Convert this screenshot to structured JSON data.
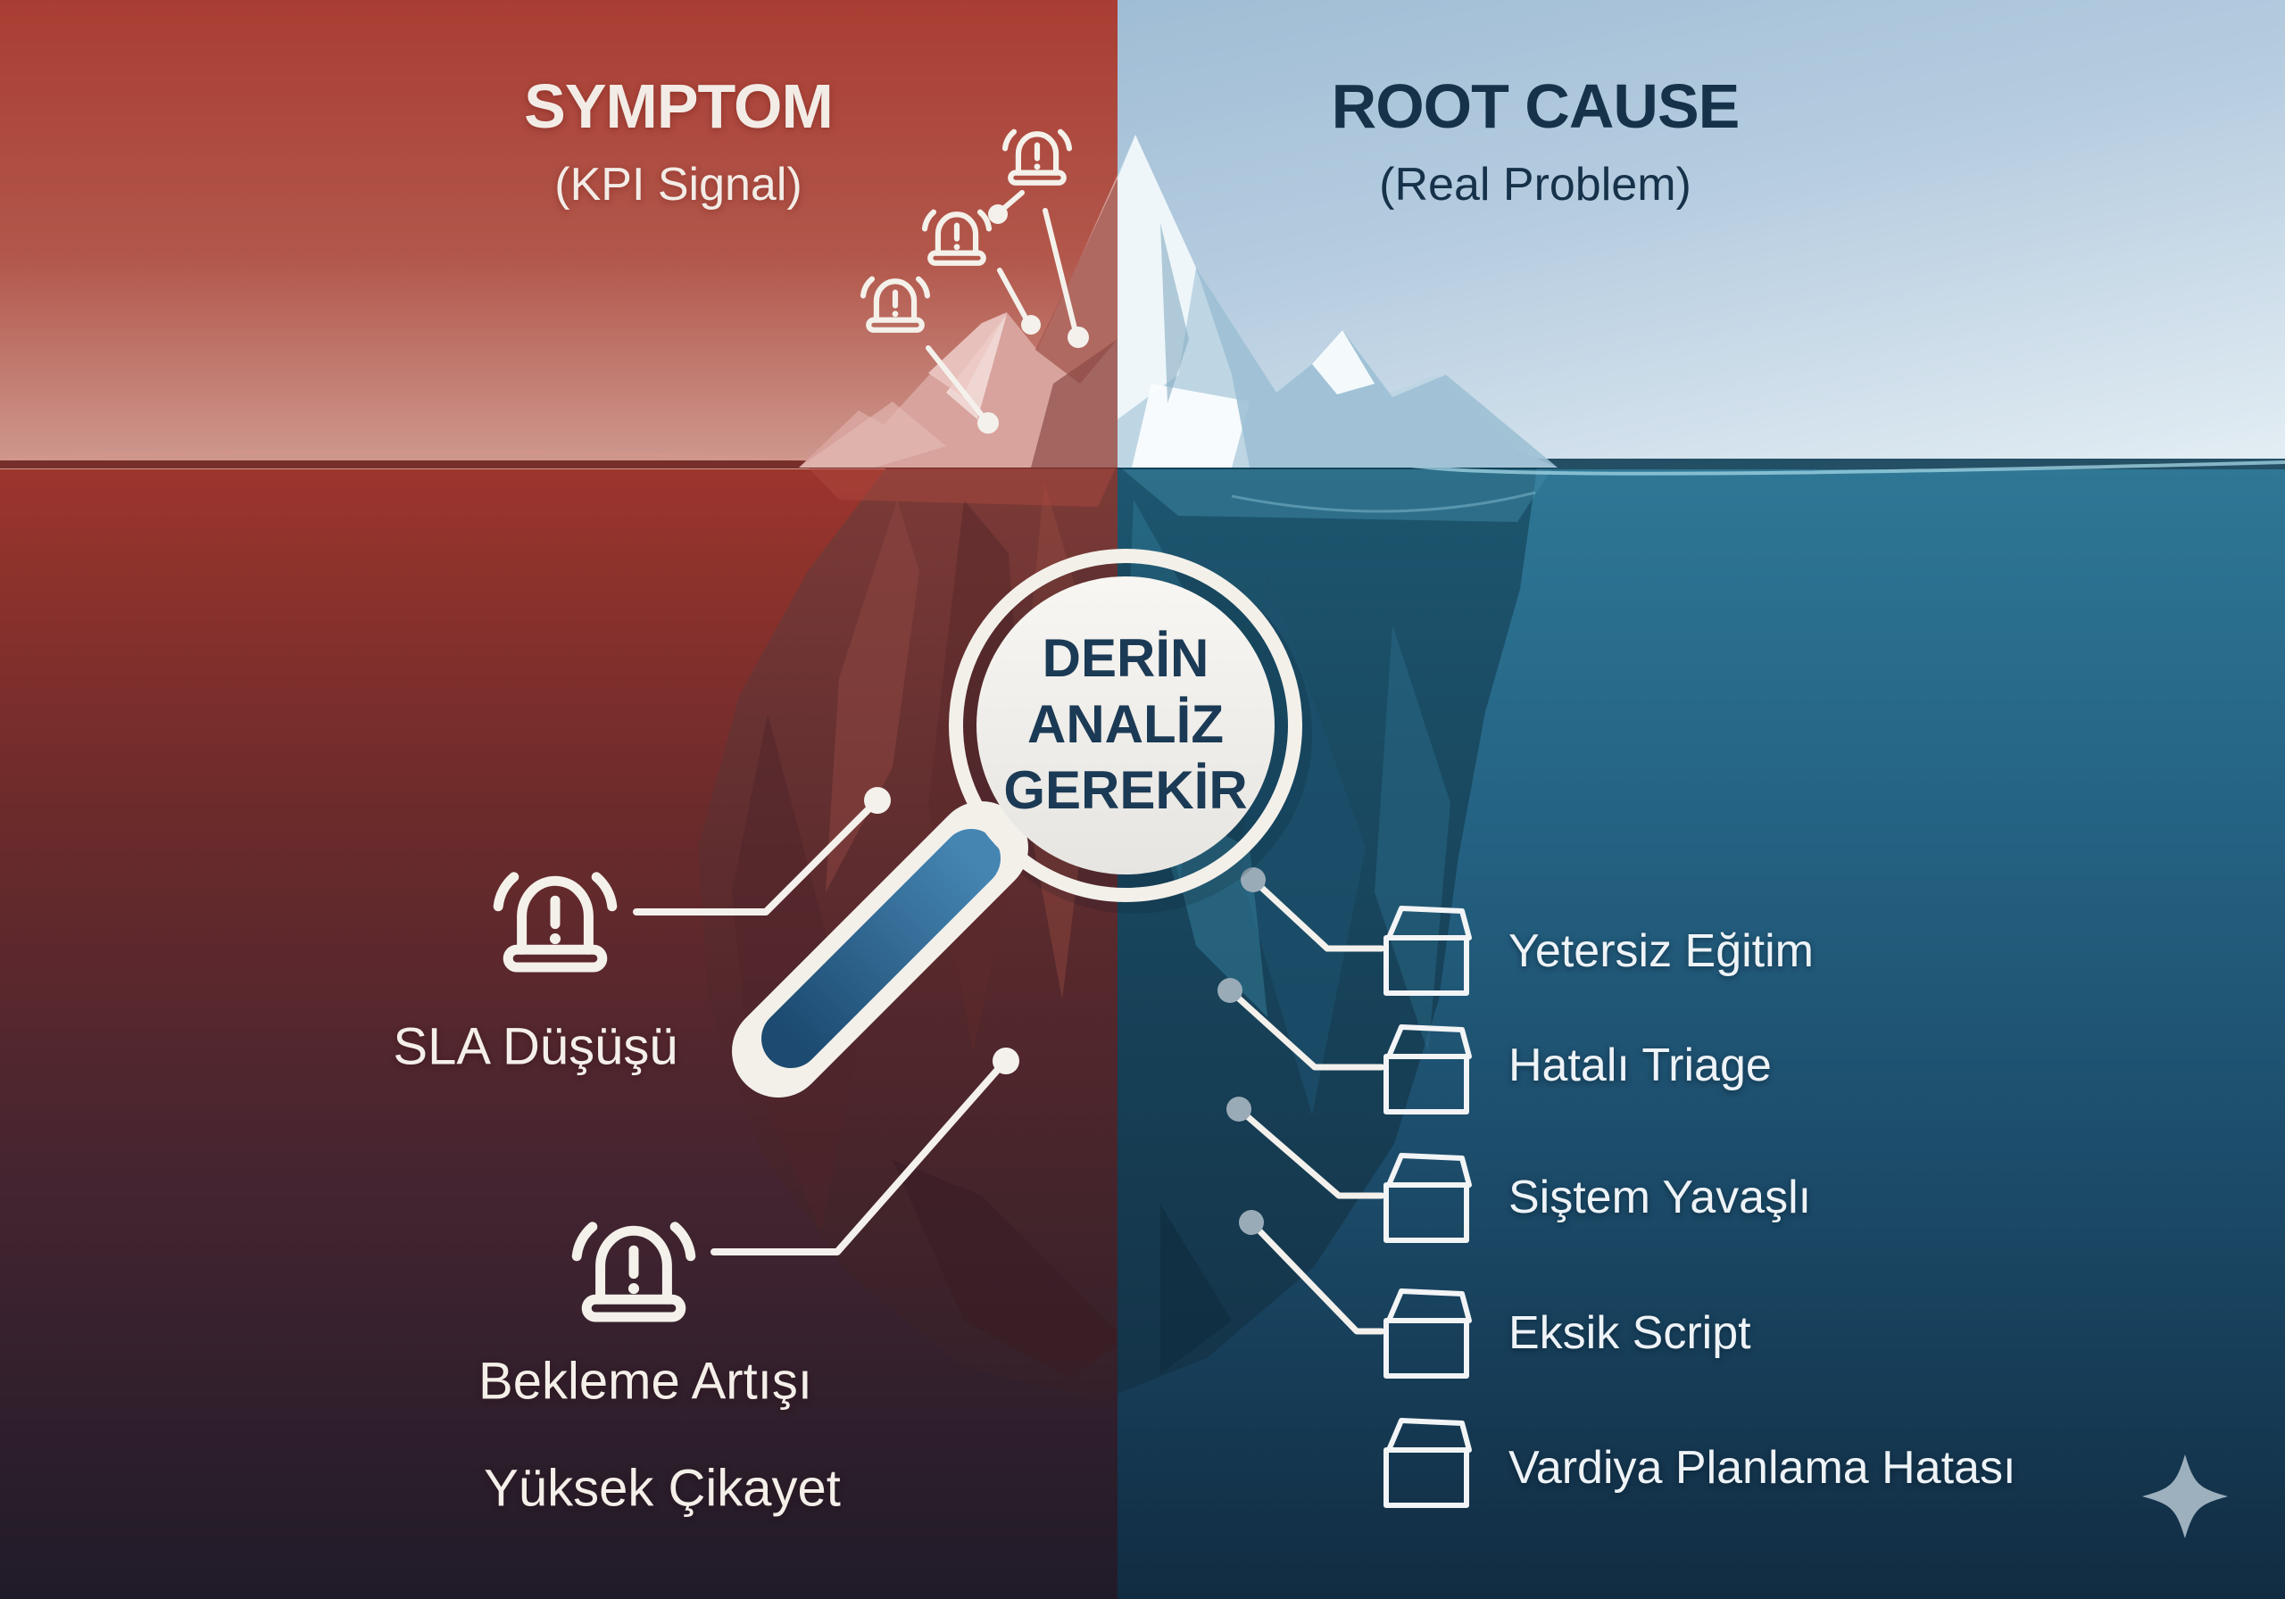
{
  "header": {
    "left": {
      "title": "SYMPTOM",
      "subtitle": "(KPI Signal)"
    },
    "right": {
      "title": "ROOT CAUSE",
      "subtitle": "(Real Problem)"
    }
  },
  "lens": {
    "line1": "DERİN",
    "line2": "ANALİZ",
    "line3": "GEREKİR"
  },
  "symptoms": {
    "items": [
      {
        "label": "SLA Düşüşü"
      },
      {
        "label": "Bekleme Artışı"
      },
      {
        "label": "Yüksek Çikayet"
      }
    ]
  },
  "root_causes": {
    "items": [
      {
        "label": "Yetersiz Eğitim"
      },
      {
        "label": "Hatalı Triage"
      },
      {
        "label": "Siştem Yavaşlı"
      },
      {
        "label": "Eksik Script"
      },
      {
        "label": "Vardiya Planlama Hatası"
      }
    ]
  },
  "colors": {
    "symptom_red": "#a93d33",
    "cause_navy": "#16324a",
    "sea_maroon": "#432430",
    "sea_teal": "#1b4a68",
    "lens_text_navy": "#1b3a55",
    "handle_blue": "#2f6ea3",
    "line_white": "#f4f1ec",
    "dot_gray": "#9aabb8"
  }
}
